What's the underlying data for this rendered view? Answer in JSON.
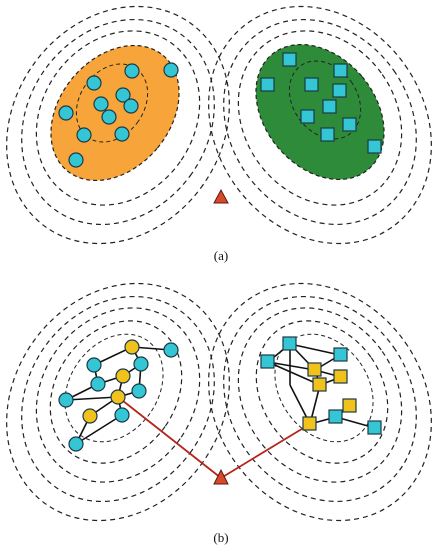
{
  "panels": [
    {
      "id": "a",
      "label": "(a)"
    },
    {
      "id": "b",
      "label": "(b)"
    }
  ],
  "colors": {
    "circle_cluster_fill": "#f7a53a",
    "square_cluster_fill": "#2e8b3a",
    "cyan_node": "#35c6d6",
    "yellow_node": "#f2c21c",
    "red_triangle": "#d64a2a",
    "link": "#b5261b"
  },
  "icons": {
    "circle_node": "cyan-circle",
    "square_node": "cyan-square",
    "yellow_circle": "yellow-circle",
    "yellow_square": "yellow-square",
    "query": "red-triangle"
  }
}
